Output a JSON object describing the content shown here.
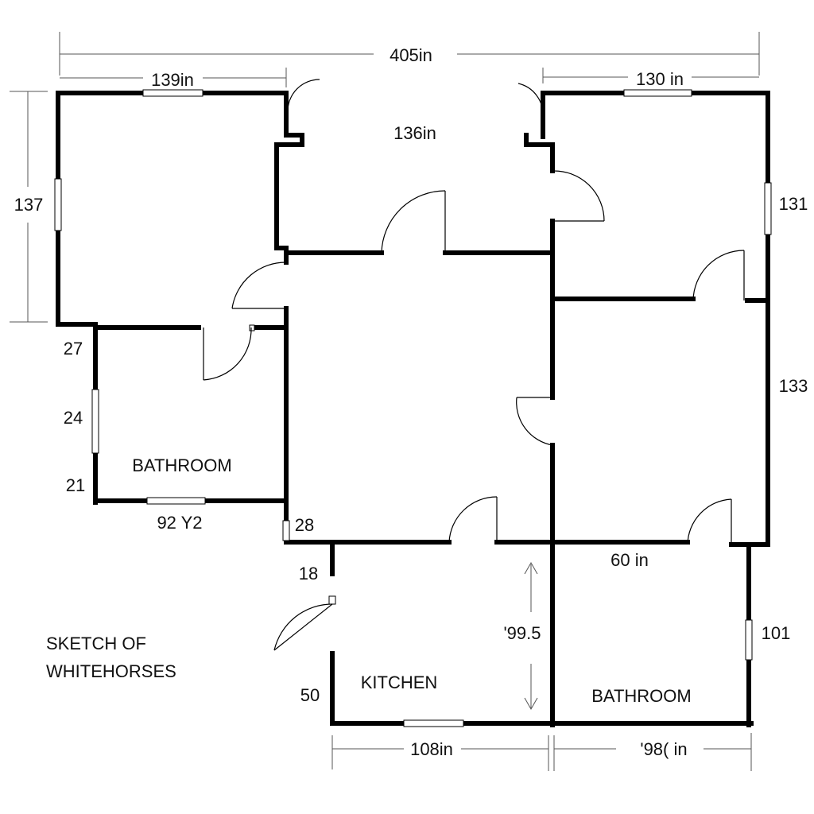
{
  "dimensions": {
    "overall_width": "405in",
    "top_left_width": "139in",
    "top_center_width": "136in",
    "top_right_width": "130 in",
    "left_height": "137",
    "right_upper_height": "131",
    "right_middle_height": "133",
    "right_lower_height": "101",
    "bath_left_27": "27",
    "bath_left_24": "24",
    "bath_left_21": "21",
    "bath_bottom_width": "92 Y2",
    "corner_28": "28",
    "kitchen_18": "18",
    "kitchen_50": "50",
    "kitchen_height": "'99.5",
    "bath2_top_width": "60 in",
    "kitchen_width": "108in",
    "bath2_width": "'98( in"
  },
  "rooms": {
    "bathroom_left": "BATHROOM",
    "kitchen": "KITCHEN",
    "bathroom_right": "BATHROOM"
  },
  "title": {
    "line1": "SKETCH OF",
    "line2": "WHITEHORSES"
  }
}
